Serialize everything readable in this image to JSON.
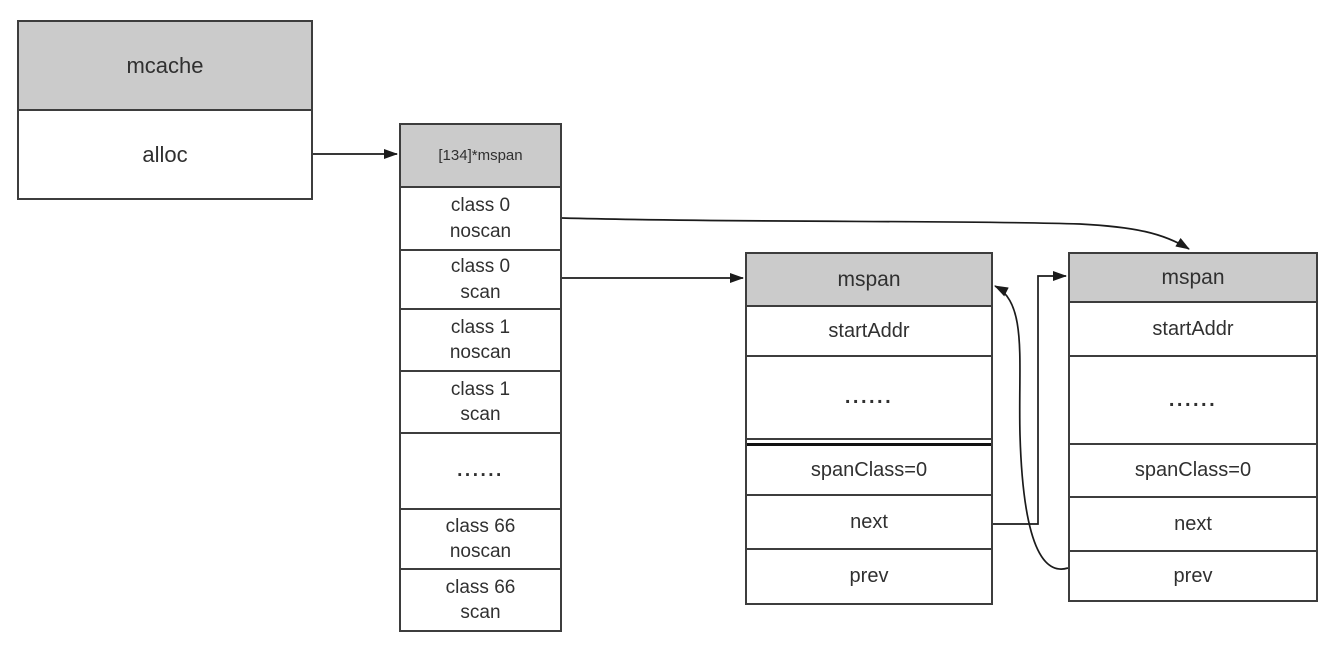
{
  "diagram": {
    "background": "#ffffff",
    "colors": {
      "header_fill": "#cbcbcb",
      "border": "#3d3d3d",
      "text": "#303030",
      "arrow": "#1b1b1b",
      "thick_divider": "#111111"
    },
    "boxes": [
      {
        "id": "mcache",
        "title": "mcache",
        "cells": [
          {
            "label": "alloc"
          }
        ]
      },
      {
        "id": "mspan-array",
        "title": "[134]*mspan",
        "cells": [
          {
            "label": "class 0\nnoscan"
          },
          {
            "label": "class 0\nscan"
          },
          {
            "label": "class 1\nnoscan"
          },
          {
            "label": "class 1\nscan"
          },
          {
            "label": "......"
          },
          {
            "label": "class 66\nnoscan"
          },
          {
            "label": "class 66\nscan"
          }
        ]
      },
      {
        "id": "mspan-left",
        "title": "mspan",
        "cells": [
          {
            "label": "startAddr"
          },
          {
            "label": "......"
          },
          {
            "label": "spanClass=0",
            "thick_divider_above": true
          },
          {
            "label": "next"
          },
          {
            "label": "prev"
          }
        ]
      },
      {
        "id": "mspan-right",
        "title": "mspan",
        "cells": [
          {
            "label": "startAddr"
          },
          {
            "label": "......"
          },
          {
            "label": "spanClass=0"
          },
          {
            "label": "next"
          },
          {
            "label": "prev"
          }
        ]
      }
    ],
    "edges": [
      {
        "name": "alloc-to-mspan-array",
        "from": "mcache.alloc",
        "to": "[134]*mspan"
      },
      {
        "name": "class0-noscan-to-right-mspan",
        "from": "[134]*mspan.class 0 noscan",
        "to": "mspan (right)"
      },
      {
        "name": "class0-scan-to-left-mspan",
        "from": "[134]*mspan.class 0 scan",
        "to": "mspan (left)"
      },
      {
        "name": "left-next-to-right-mspan",
        "from": "mspan (left).next",
        "to": "mspan (right)"
      },
      {
        "name": "right-prev-to-left-mspan",
        "from": "mspan (right).prev",
        "to": "mspan (left)"
      }
    ]
  }
}
